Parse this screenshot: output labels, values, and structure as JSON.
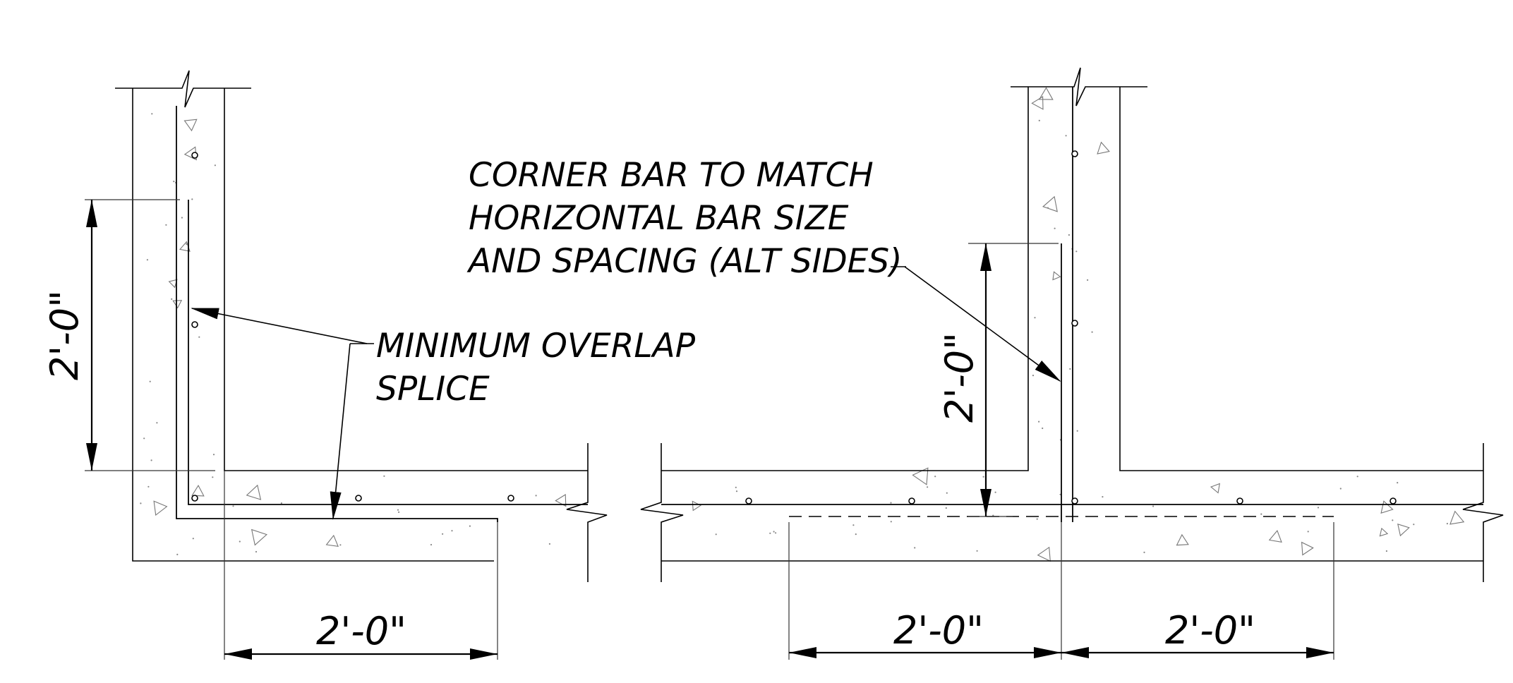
{
  "notes": {
    "overlap_line1": "MINIMUM OVERLAP",
    "overlap_line2": "SPLICE",
    "corner_line1": "CORNER BAR TO MATCH",
    "corner_line2": "HORIZONTAL BAR SIZE",
    "corner_line3": "AND SPACING (ALT SIDES)"
  },
  "dimensions": {
    "left_vertical": "2'-0\"",
    "left_horizontal": "2'-0\"",
    "right_vertical": "2'-0\"",
    "right_horizontal_left": "2'-0\"",
    "right_horizontal_right": "2'-0\""
  }
}
